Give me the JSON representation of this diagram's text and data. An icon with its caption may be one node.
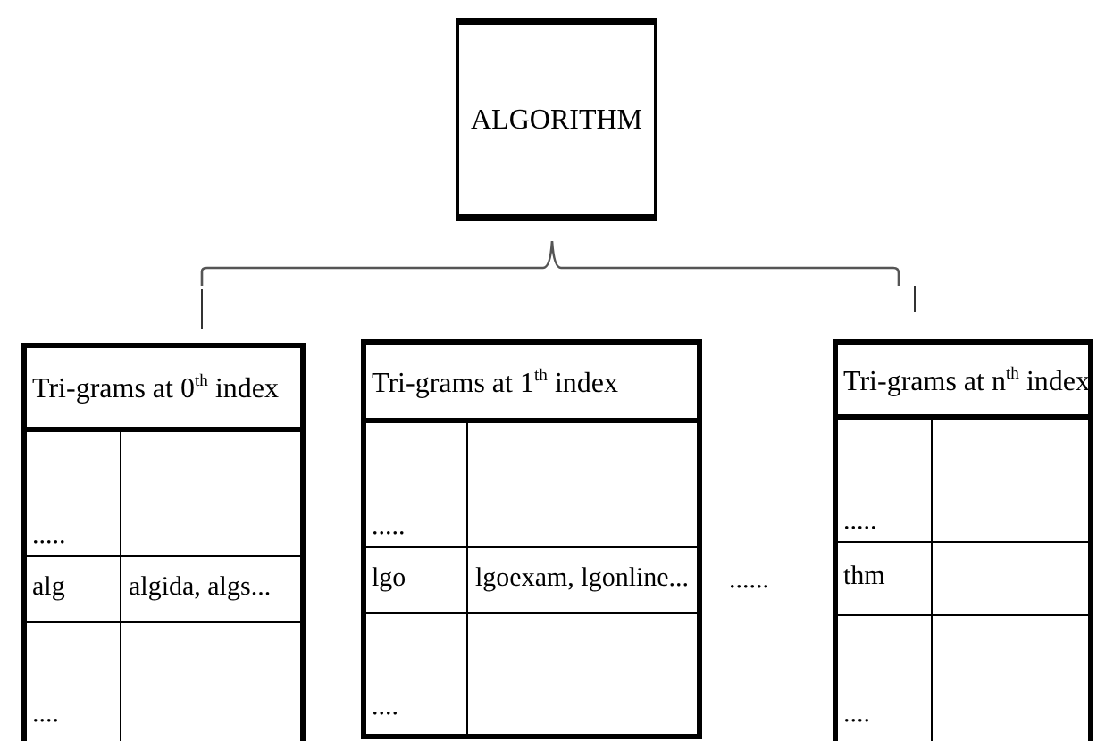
{
  "diagram": {
    "nodes": [
      {
        "text": [
          "ALGORITHM"
        ]
      },
      {
        "text": [
          "Tri-grams at 0$^{th}$ index"
        ]
      },
      {
        "text": [
          "Tri-grams at 1$^{th}$ index"
        ]
      },
      {
        "text": [
          "Tri-grams at n$^{th}$ index"
        ]
      }
    ],
    "edges": [],
    "labels": [
      ".....",
      "alg",
      "algida, algs...",
      "....",
      ".....",
      "lgo",
      "lgoexam, lgonline...",
      "....",
      "......",
      ".....",
      "thm",
      "...."
    ]
  }
}
